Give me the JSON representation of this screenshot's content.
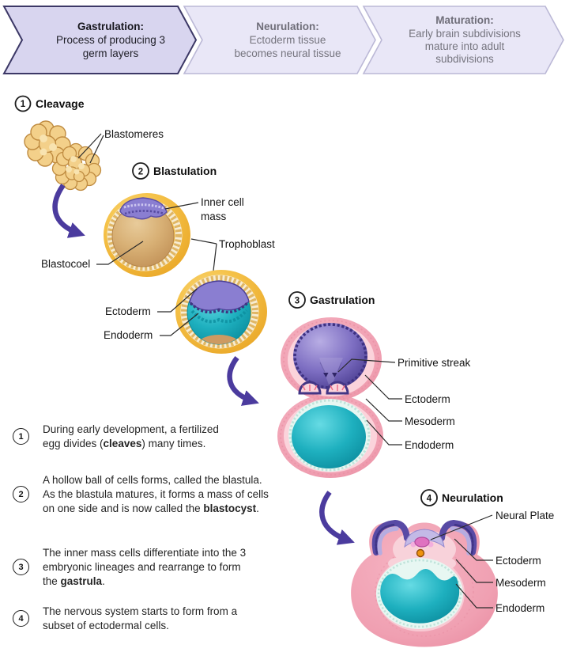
{
  "banner": {
    "arrow1": {
      "title": "Gastrulation:",
      "line1": "Process of producing 3",
      "line2": "germ layers"
    },
    "arrow2": {
      "title": "Neurulation:",
      "line1": "Ectoderm tissue",
      "line2": "becomes neural tissue"
    },
    "arrow3": {
      "title": "Maturation:",
      "line1": "Early brain subdivisions",
      "line2": "mature into adult",
      "line3": "subdivisions"
    }
  },
  "steps": {
    "cleavage": {
      "num": "1",
      "title": "Cleavage"
    },
    "blastulation": {
      "num": "2",
      "title": "Blastulation"
    },
    "gastrulation": {
      "num": "3",
      "title": "Gastrulation"
    },
    "neurulation": {
      "num": "4",
      "title": "Neurulation"
    }
  },
  "labels": {
    "blastomeres": "Blastomeres",
    "inner_cell_1": "Inner cell",
    "inner_cell_2": "mass",
    "trophoblast": "Trophoblast",
    "blastocoel": "Blastocoel",
    "blastula_ectoderm": "Ectoderm",
    "blastula_endoderm": "Endoderm",
    "primitive_streak": "Primitive streak",
    "gastrula_ectoderm": "Ectoderm",
    "gastrula_mesoderm": "Mesoderm",
    "gastrula_endoderm": "Endoderm",
    "neural_plate": "Neural Plate",
    "neurula_ectoderm": "Ectoderm",
    "neurula_mesoderm": "Mesoderm",
    "neurula_endoderm": "Endoderm"
  },
  "notes": [
    {
      "num": "1",
      "text": "During early development, a fertilized egg divides (**cleaves**) many times."
    },
    {
      "num": "2",
      "text": "A hollow ball of cells forms, called the blastula. As the blastula matures, it forms a mass of cells on one side and is now called the **blastocyst**."
    },
    {
      "num": "3",
      "text": "The inner mass cells differentiate into the 3 embryonic lineages and rearrange to form the **gastrula**."
    },
    {
      "num": "4",
      "text": "The nervous system starts to form from a subset of ectodermal cells."
    }
  ],
  "colors": {
    "accent_arrow": "#4b3b9e",
    "banner_active_fill": "#d8d5ef",
    "banner_active_border": "#3c3866",
    "banner_inactive_fill": "#e9e7f7",
    "banner_inactive_border": "#bbb8d6",
    "gold": "#f2b236",
    "tan": "#cfa267",
    "purple": "#8a7ed1",
    "teal": "#14aebc",
    "pink": "#f0a0b2"
  }
}
